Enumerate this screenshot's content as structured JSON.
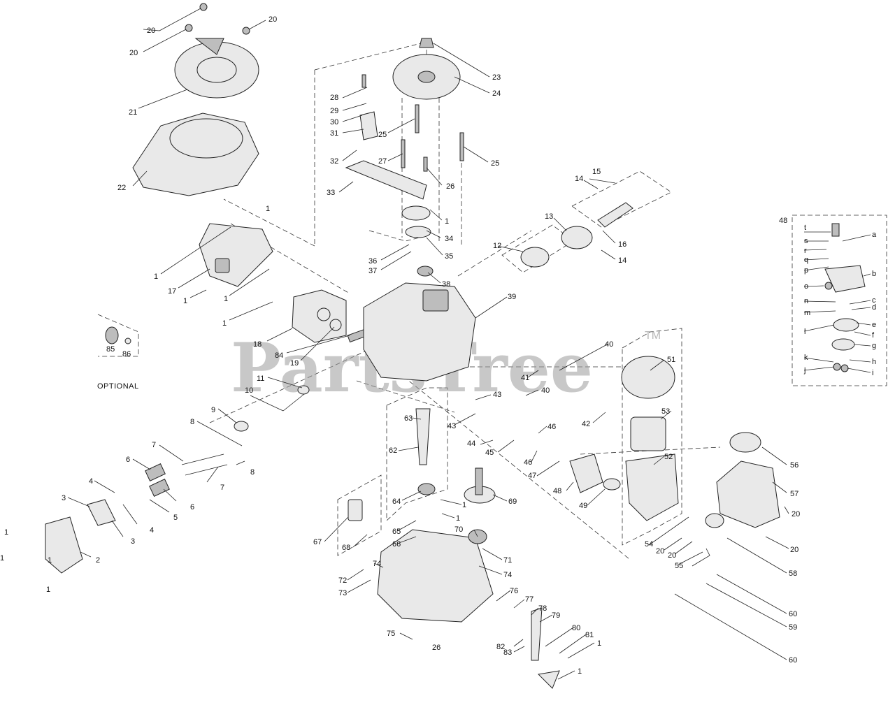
{
  "watermark": {
    "brand": "PartsTree",
    "mark": "TM"
  },
  "optional_label": "OPTIONAL",
  "inset_label": "48",
  "callouts": [
    {
      "id": "c20a",
      "text": "20"
    },
    {
      "id": "c20b",
      "text": "20"
    },
    {
      "id": "c20c",
      "text": "20"
    },
    {
      "id": "c21",
      "text": "21"
    },
    {
      "id": "c22",
      "text": "22"
    },
    {
      "id": "c1a",
      "text": "1"
    },
    {
      "id": "c1b",
      "text": "1"
    },
    {
      "id": "c17",
      "text": "17"
    },
    {
      "id": "c1c",
      "text": "1"
    },
    {
      "id": "c1d",
      "text": "1"
    },
    {
      "id": "c1e",
      "text": "1"
    },
    {
      "id": "c85",
      "text": "85"
    },
    {
      "id": "c86",
      "text": "86"
    },
    {
      "id": "c18",
      "text": "18"
    },
    {
      "id": "c84",
      "text": "84"
    },
    {
      "id": "c19",
      "text": "19"
    },
    {
      "id": "c11",
      "text": "11"
    },
    {
      "id": "c10",
      "text": "10"
    },
    {
      "id": "c9",
      "text": "9"
    },
    {
      "id": "c8a",
      "text": "8"
    },
    {
      "id": "c8b",
      "text": "8"
    },
    {
      "id": "c7a",
      "text": "7"
    },
    {
      "id": "c7b",
      "text": "7"
    },
    {
      "id": "c6a",
      "text": "6"
    },
    {
      "id": "c6b",
      "text": "6"
    },
    {
      "id": "c4a",
      "text": "4"
    },
    {
      "id": "c4b",
      "text": "4"
    },
    {
      "id": "c5",
      "text": "5"
    },
    {
      "id": "c3a",
      "text": "3"
    },
    {
      "id": "c3b",
      "text": "3"
    },
    {
      "id": "c2",
      "text": "2"
    },
    {
      "id": "c1f",
      "text": "1"
    },
    {
      "id": "c1g",
      "text": "1"
    },
    {
      "id": "c1h",
      "text": "1"
    },
    {
      "id": "c1i",
      "text": "1"
    },
    {
      "id": "c28",
      "text": "28"
    },
    {
      "id": "c29",
      "text": "29"
    },
    {
      "id": "c30",
      "text": "30"
    },
    {
      "id": "c31",
      "text": "31"
    },
    {
      "id": "c32",
      "text": "32"
    },
    {
      "id": "c33",
      "text": "33"
    },
    {
      "id": "c23",
      "text": "23"
    },
    {
      "id": "c24",
      "text": "24"
    },
    {
      "id": "c25a",
      "text": "25"
    },
    {
      "id": "c25b",
      "text": "25"
    },
    {
      "id": "c27",
      "text": "27"
    },
    {
      "id": "c26",
      "text": "26"
    },
    {
      "id": "c1j",
      "text": "1"
    },
    {
      "id": "c34",
      "text": "34"
    },
    {
      "id": "c35",
      "text": "35"
    },
    {
      "id": "c36",
      "text": "36"
    },
    {
      "id": "c37",
      "text": "37"
    },
    {
      "id": "c38",
      "text": "38"
    },
    {
      "id": "c39",
      "text": "39"
    },
    {
      "id": "c15",
      "text": "15"
    },
    {
      "id": "c14a",
      "text": "14"
    },
    {
      "id": "c13",
      "text": "13"
    },
    {
      "id": "c16",
      "text": "16"
    },
    {
      "id": "c14b",
      "text": "14"
    },
    {
      "id": "c12",
      "text": "12"
    },
    {
      "id": "c40a",
      "text": "40"
    },
    {
      "id": "c41",
      "text": "41"
    },
    {
      "id": "c40b",
      "text": "40"
    },
    {
      "id": "c43a",
      "text": "43"
    },
    {
      "id": "c43b",
      "text": "43"
    },
    {
      "id": "c42",
      "text": "42"
    },
    {
      "id": "c51",
      "text": "51"
    },
    {
      "id": "c53",
      "text": "53"
    },
    {
      "id": "c52",
      "text": "52"
    },
    {
      "id": "c63",
      "text": "63"
    },
    {
      "id": "c62",
      "text": "62"
    },
    {
      "id": "c64",
      "text": "64"
    },
    {
      "id": "c44",
      "text": "44"
    },
    {
      "id": "c45",
      "text": "45"
    },
    {
      "id": "c46a",
      "text": "46"
    },
    {
      "id": "c46b",
      "text": "46"
    },
    {
      "id": "c47",
      "text": "47"
    },
    {
      "id": "c48",
      "text": "48"
    },
    {
      "id": "c49",
      "text": "49"
    },
    {
      "id": "c1k",
      "text": "1"
    },
    {
      "id": "c69",
      "text": "69"
    },
    {
      "id": "c1l",
      "text": "1"
    },
    {
      "id": "c70",
      "text": "70"
    },
    {
      "id": "c67",
      "text": "67"
    },
    {
      "id": "c68",
      "text": "68"
    },
    {
      "id": "c65",
      "text": "65"
    },
    {
      "id": "c66",
      "text": "66"
    },
    {
      "id": "c74a",
      "text": "74"
    },
    {
      "id": "c71",
      "text": "71"
    },
    {
      "id": "c74b",
      "text": "74"
    },
    {
      "id": "c72",
      "text": "72"
    },
    {
      "id": "c73",
      "text": "73"
    },
    {
      "id": "c76",
      "text": "76"
    },
    {
      "id": "c77",
      "text": "77"
    },
    {
      "id": "c78",
      "text": "78"
    },
    {
      "id": "c79",
      "text": "79"
    },
    {
      "id": "c80",
      "text": "80"
    },
    {
      "id": "c81",
      "text": "81"
    },
    {
      "id": "c1m",
      "text": "1"
    },
    {
      "id": "c75",
      "text": "75"
    },
    {
      "id": "c26b",
      "text": "26"
    },
    {
      "id": "c82",
      "text": "82"
    },
    {
      "id": "c83",
      "text": "83"
    },
    {
      "id": "c1n",
      "text": "1"
    },
    {
      "id": "c56",
      "text": "56"
    },
    {
      "id": "c57",
      "text": "57"
    },
    {
      "id": "c20d",
      "text": "20"
    },
    {
      "id": "c20e",
      "text": "20"
    },
    {
      "id": "c54",
      "text": "54"
    },
    {
      "id": "c20f",
      "text": "20"
    },
    {
      "id": "c20g",
      "text": "20"
    },
    {
      "id": "c55",
      "text": "55"
    },
    {
      "id": "c58",
      "text": "58"
    },
    {
      "id": "c60a",
      "text": "60"
    },
    {
      "id": "c59",
      "text": "59"
    },
    {
      "id": "c60b",
      "text": "60"
    },
    {
      "id": "ia",
      "text": "a"
    },
    {
      "id": "ib",
      "text": "b"
    },
    {
      "id": "ic",
      "text": "c"
    },
    {
      "id": "id",
      "text": "d"
    },
    {
      "id": "ie",
      "text": "e"
    },
    {
      "id": "if",
      "text": "f"
    },
    {
      "id": "ig",
      "text": "g"
    },
    {
      "id": "ih",
      "text": "h"
    },
    {
      "id": "ii",
      "text": "i"
    },
    {
      "id": "ij",
      "text": "j"
    },
    {
      "id": "ik",
      "text": "k"
    },
    {
      "id": "il",
      "text": "l"
    },
    {
      "id": "im",
      "text": "m"
    },
    {
      "id": "in",
      "text": "n"
    },
    {
      "id": "io",
      "text": "o"
    },
    {
      "id": "ip",
      "text": "p"
    },
    {
      "id": "iq",
      "text": "q"
    },
    {
      "id": "ir",
      "text": "r"
    },
    {
      "id": "is",
      "text": "s"
    },
    {
      "id": "it",
      "text": "t"
    }
  ]
}
